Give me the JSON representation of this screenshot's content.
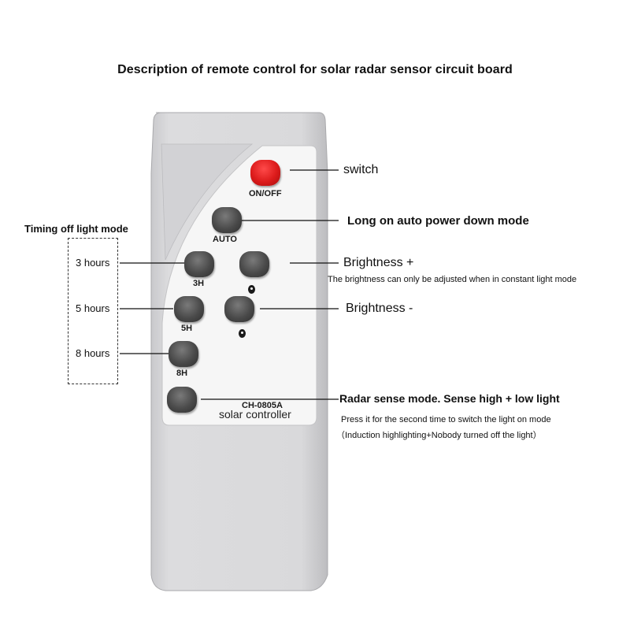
{
  "title": "Description of remote control for solar radar sensor circuit board",
  "remote": {
    "model": "CH-0805A",
    "brand": "solar controller",
    "buttons": {
      "onoff": "ON/OFF",
      "auto": "AUTO",
      "h3": "3H",
      "h5": "5H",
      "h8": "8H"
    }
  },
  "annotations": {
    "switch": "switch",
    "auto": "Long on auto power down mode",
    "brightness_plus": "Brightness +",
    "brightness_note": "The brightness can only be adjusted when in constant light mode",
    "brightness_minus": "Brightness -",
    "radar": "Radar sense mode. Sense high + low light",
    "radar_note_1": "Press it for the second time to switch the light on mode",
    "radar_note_2": "（Induction highlighting+Nobody turned off the light）"
  },
  "timing": {
    "heading": "Timing off light mode",
    "items": [
      "3 hours",
      "5 hours",
      "8 hours"
    ]
  },
  "colors": {
    "remote_body": "#d7d7d9",
    "remote_face": "#f4f4f4",
    "button_dark": "#4a4a4a",
    "button_red": "#dc1b1b"
  }
}
